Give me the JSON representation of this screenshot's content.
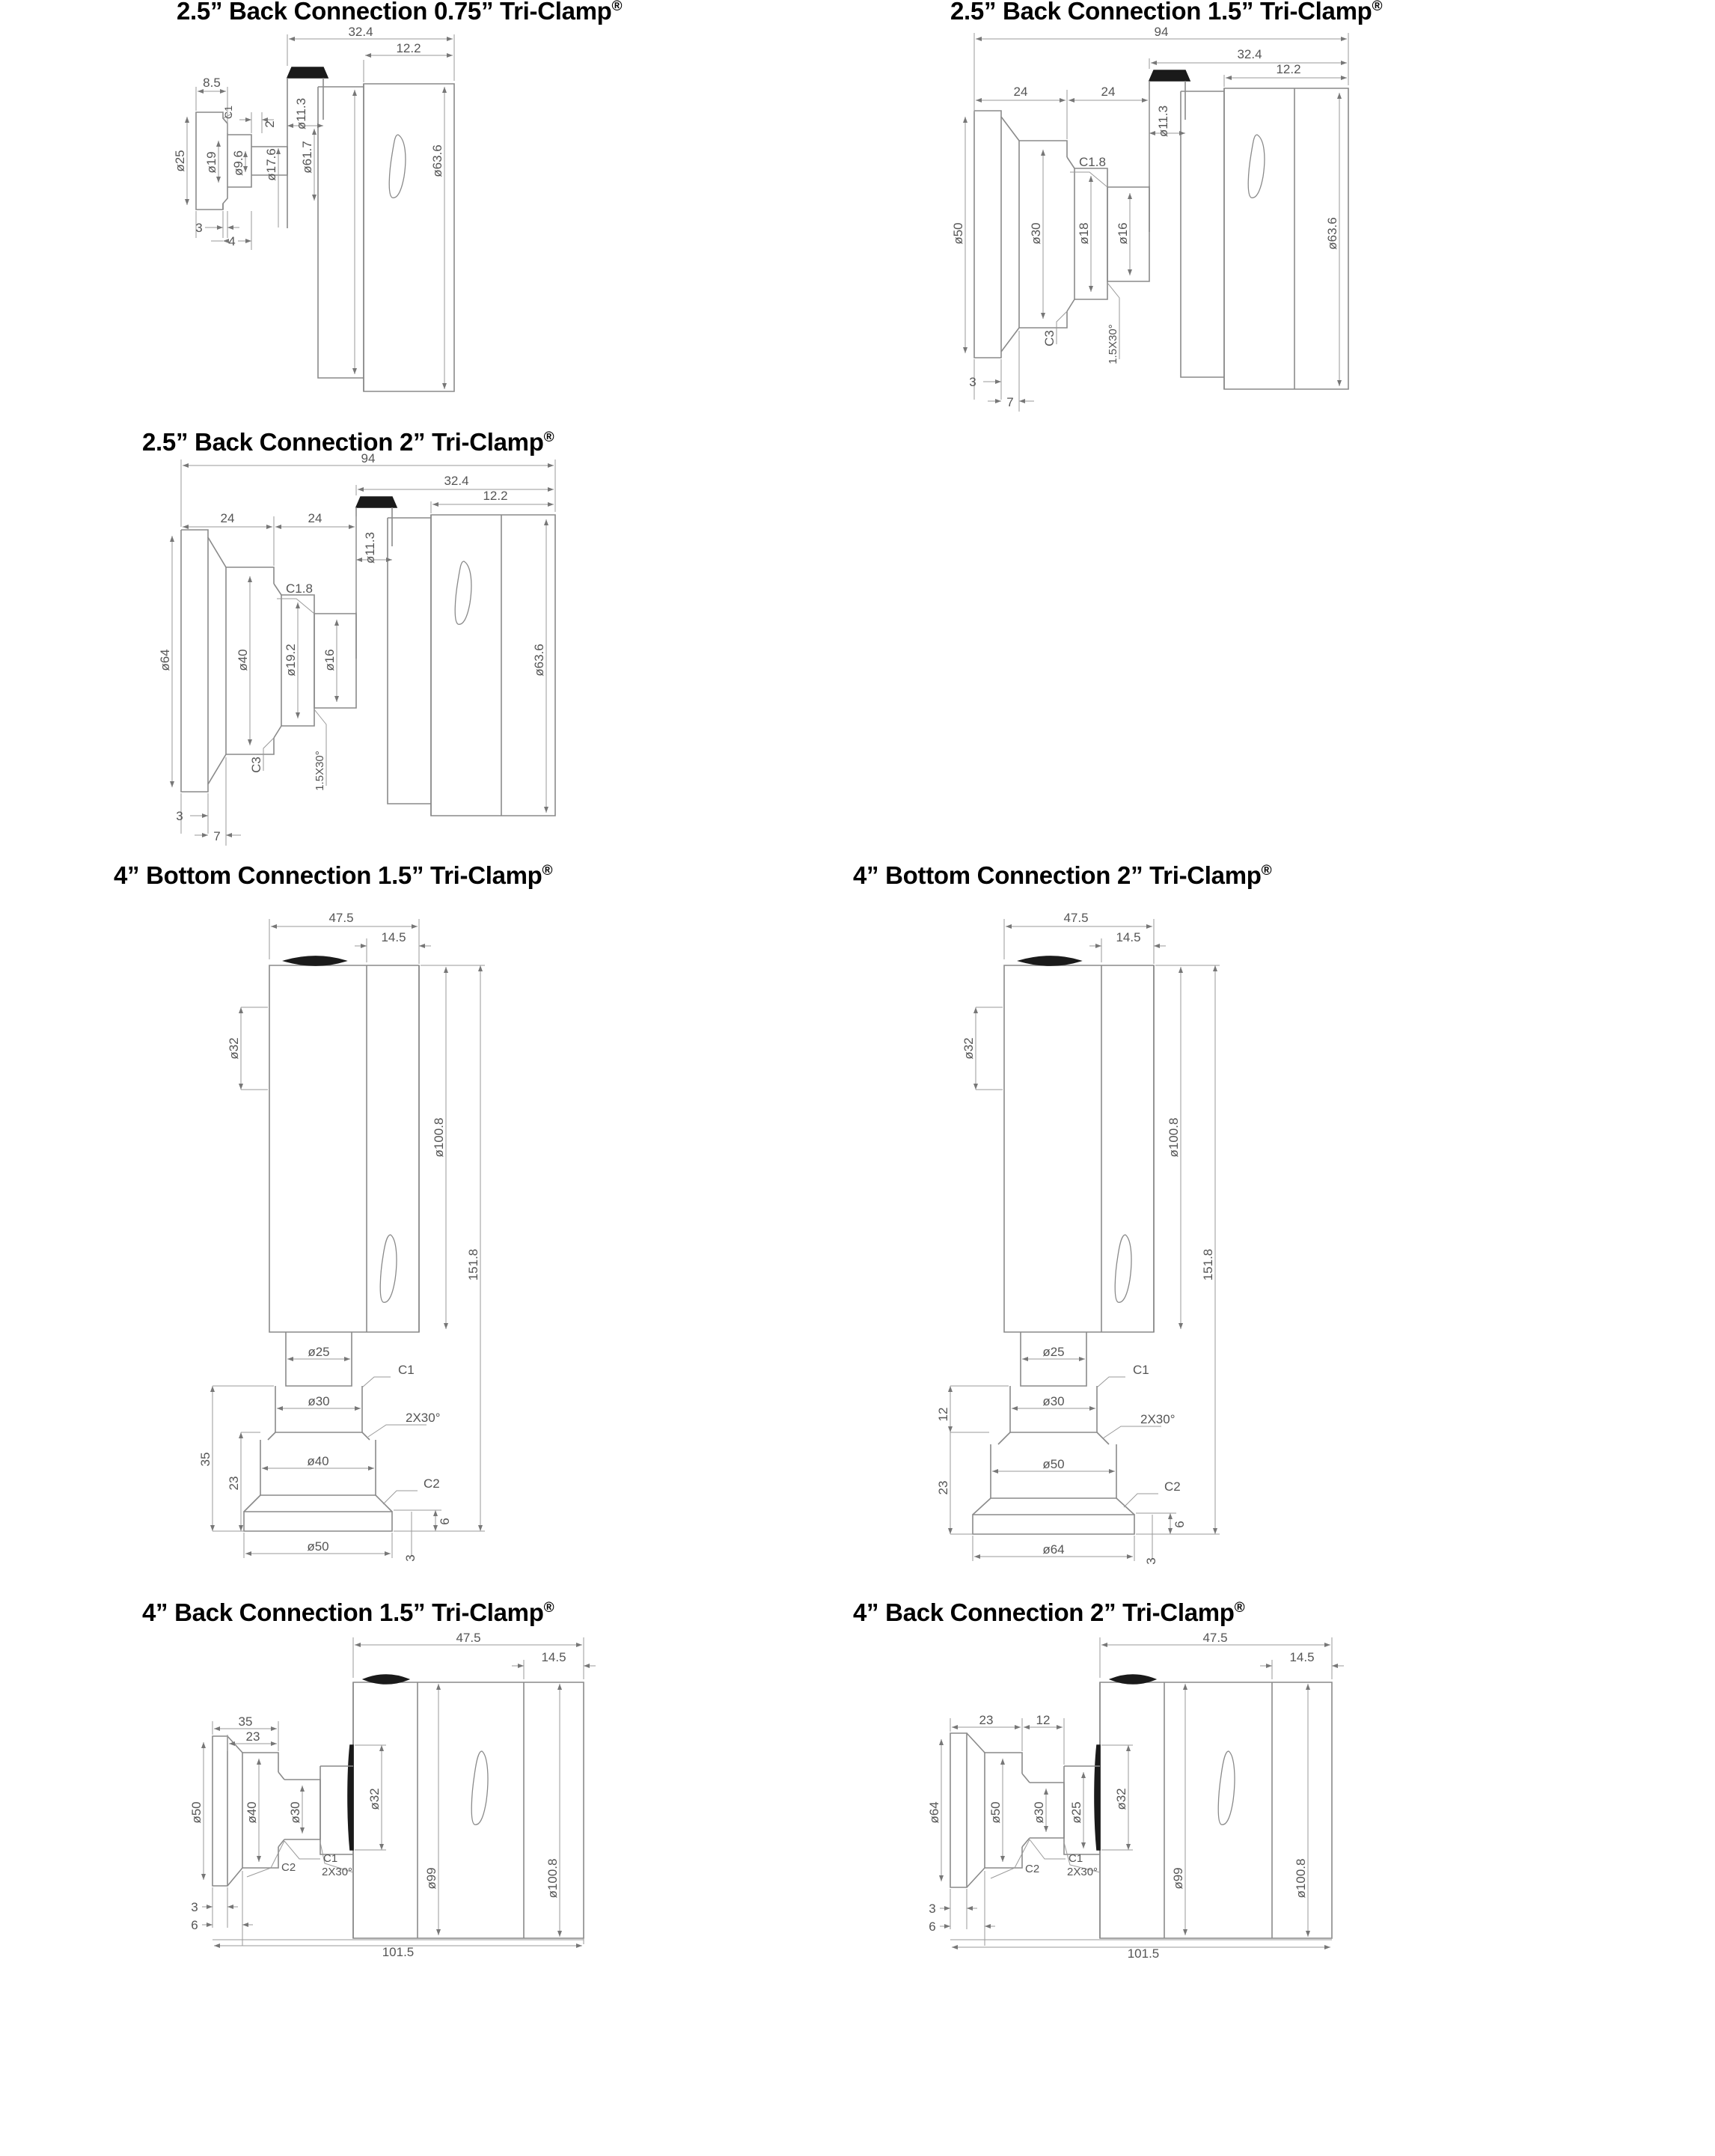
{
  "page": {
    "kind": "technical-drawing-sheet",
    "background": "#ffffff",
    "line_color": "#808080",
    "text_color": "#000000"
  },
  "diagrams": [
    {
      "id": "d1",
      "title": "2.5” Back Connection 0.75” Tri-Clamp",
      "title_suffix": "®",
      "dimensions": {
        "horizontal": [
          "32.4",
          "12.2",
          "8.5",
          "2",
          "3",
          "4"
        ],
        "diameters": [
          "ø11.3",
          "ø25",
          "ø19",
          "ø9.6",
          "ø17.6",
          "ø61.7",
          "ø63.6"
        ],
        "chamfers": [
          "C1"
        ]
      }
    },
    {
      "id": "d2",
      "title": "2.5” Back Connection 1.5” Tri-Clamp",
      "title_suffix": "®",
      "dimensions": {
        "horizontal": [
          "94",
          "32.4",
          "12.2",
          "24",
          "24",
          "3",
          "7"
        ],
        "diameters": [
          "ø11.3",
          "ø50",
          "ø30",
          "ø18",
          "ø16",
          "ø63.6"
        ],
        "chamfers": [
          "C1.8",
          "C3",
          "1.5X30°"
        ]
      }
    },
    {
      "id": "d3",
      "title": "2.5” Back Connection 2” Tri-Clamp",
      "title_suffix": "®",
      "dimensions": {
        "horizontal": [
          "94",
          "24",
          "24",
          "32.4",
          "12.2",
          "3",
          "7"
        ],
        "diameters": [
          "ø11.3",
          "ø64",
          "ø40",
          "ø19.2",
          "ø16",
          "ø63.6"
        ],
        "chamfers": [
          "C1.8",
          "C3",
          "1.5X30°"
        ]
      }
    },
    {
      "id": "d4",
      "title": "4” Bottom Connection 1.5” Tri-Clamp",
      "title_suffix": "®",
      "dimensions": {
        "horizontal": [
          "47.5",
          "14.5"
        ],
        "vertical": [
          "151.8",
          "35",
          "23",
          "6",
          "3"
        ],
        "diameters": [
          "ø32",
          "ø100.8",
          "ø25",
          "ø30",
          "ø40",
          "ø50"
        ],
        "chamfers": [
          "C1",
          "2X30°",
          "C2"
        ]
      }
    },
    {
      "id": "d5",
      "title": "4” Bottom Connection 2” Tri-Clamp",
      "title_suffix": "®",
      "dimensions": {
        "horizontal": [
          "47.5",
          "14.5"
        ],
        "vertical": [
          "151.8",
          "12",
          "23",
          "6",
          "3"
        ],
        "diameters": [
          "ø32",
          "ø100.8",
          "ø25",
          "ø30",
          "ø50",
          "ø64"
        ],
        "chamfers": [
          "C1",
          "2X30°",
          "C2"
        ]
      }
    },
    {
      "id": "d6",
      "title": "4” Back Connection 1.5” Tri-Clamp",
      "title_suffix": "®",
      "dimensions": {
        "horizontal": [
          "47.5",
          "14.5",
          "35",
          "23",
          "101.5",
          "3",
          "6"
        ],
        "diameters": [
          "ø32",
          "ø99",
          "ø100.8",
          "ø50",
          "ø40",
          "ø30"
        ],
        "chamfers": [
          "C1",
          "2X30°",
          "C2"
        ]
      }
    },
    {
      "id": "d7",
      "title": "4” Back Connection 2” Tri-Clamp",
      "title_suffix": "®",
      "dimensions": {
        "horizontal": [
          "47.5",
          "14.5",
          "23",
          "12",
          "101.5",
          "3",
          "6"
        ],
        "diameters": [
          "ø32",
          "ø99",
          "ø100.8",
          "ø64",
          "ø50",
          "ø30",
          "ø25"
        ],
        "chamfers": [
          "C1",
          "2X30°",
          "C2"
        ]
      }
    }
  ],
  "labels": {
    "d1": {
      "h_324": "32.4",
      "h_122": "12.2",
      "h_85": "8.5",
      "h_2": "2",
      "h_3": "3",
      "h_4": "4",
      "d_113": "ø11.3",
      "d_25": "ø25",
      "d_19": "ø19",
      "d_96": "ø9.6",
      "d_176": "ø17.6",
      "d_617": "ø61.7",
      "d_636": "ø63.6",
      "c1": "C1"
    },
    "d2": {
      "h_94": "94",
      "h_324": "32.4",
      "h_122": "12.2",
      "h_24a": "24",
      "h_24b": "24",
      "h_3": "3",
      "h_7": "7",
      "d_113": "ø11.3",
      "d_50": "ø50",
      "d_30": "ø30",
      "d_18": "ø18",
      "d_16": "ø16",
      "d_636": "ø63.6",
      "c18": "C1.8",
      "c3": "C3",
      "ang": "1.5X30°"
    },
    "d3": {
      "h_94": "94",
      "h_24a": "24",
      "h_24b": "24",
      "h_324": "32.4",
      "h_122": "12.2",
      "h_3": "3",
      "h_7": "7",
      "d_113": "ø11.3",
      "d_64": "ø64",
      "d_40": "ø40",
      "d_192": "ø19.2",
      "d_16": "ø16",
      "d_636": "ø63.6",
      "c18": "C1.8",
      "c3": "C3",
      "ang": "1.5X30°"
    },
    "d4": {
      "h_475": "47.5",
      "h_145": "14.5",
      "v_1518": "151.8",
      "v_35": "35",
      "v_23": "23",
      "v_6": "6",
      "v_3": "3",
      "d_32": "ø32",
      "d_1008": "ø100.8",
      "d_25": "ø25",
      "d_30": "ø30",
      "d_40": "ø40",
      "d_50": "ø50",
      "c1": "C1",
      "ang": "2X30°",
      "c2": "C2"
    },
    "d5": {
      "h_475": "47.5",
      "h_145": "14.5",
      "v_1518": "151.8",
      "v_12": "12",
      "v_23": "23",
      "v_6": "6",
      "v_3": "3",
      "d_32": "ø32",
      "d_1008": "ø100.8",
      "d_25": "ø25",
      "d_30": "ø30",
      "d_50": "ø50",
      "d_64": "ø64",
      "c1": "C1",
      "ang": "2X30°",
      "c2": "C2"
    },
    "d6": {
      "h_475": "47.5",
      "h_145": "14.5",
      "h_35": "35",
      "h_23": "23",
      "h_1015": "101.5",
      "h_3": "3",
      "h_6": "6",
      "d_32": "ø32",
      "d_99": "ø99",
      "d_1008": "ø100.8",
      "d_50": "ø50",
      "d_40": "ø40",
      "d_30": "ø30",
      "c1": "C1",
      "ang": "2X30°",
      "c2": "C2"
    },
    "d7": {
      "h_475": "47.5",
      "h_145": "14.5",
      "h_23": "23",
      "h_12": "12",
      "h_1015": "101.5",
      "h_3": "3",
      "h_6": "6",
      "d_32": "ø32",
      "d_99": "ø99",
      "d_1008": "ø100.8",
      "d_64": "ø64",
      "d_50": "ø50",
      "d_30": "ø30",
      "d_25": "ø25",
      "c1": "C1",
      "ang": "2X30°",
      "c2": "C2"
    }
  },
  "titles": {
    "t1": "2.5” Back Connection 0.75” Tri-Clamp",
    "t2": "2.5” Back Connection 1.5” Tri-Clamp",
    "t3": "2.5” Back Connection 2” Tri-Clamp",
    "t4": "4” Bottom Connection 1.5” Tri-Clamp",
    "t5": "4” Bottom Connection 2” Tri-Clamp",
    "t6": "4” Back Connection 1.5” Tri-Clamp",
    "t7": "4” Back Connection 2” Tri-Clamp",
    "reg": "®"
  }
}
